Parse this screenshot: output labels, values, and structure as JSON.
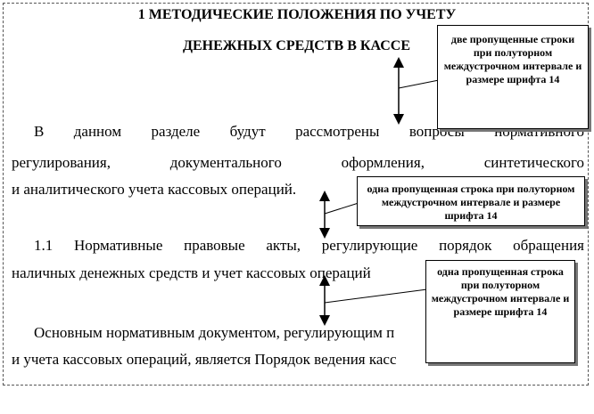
{
  "heading": {
    "line1": "1 МЕТОДИЧЕСКИЕ ПОЛОЖЕНИЯ ПО УЧЕТУ",
    "line2": "ДЕНЕЖНЫХ СРЕДСТВ В КАССЕ"
  },
  "paragraph1": {
    "line1": "В данном разделе будут рассмотрены вопросы нормативного",
    "line2": "регулирования, документального оформления, синтетического",
    "line3": "и аналитического учета кассовых операций."
  },
  "paragraph2": {
    "line1": "1.1 Нормативные правовые акты, регулирующие порядок обращения",
    "line2": "наличных денежных средств и учет кассовых операций"
  },
  "paragraph3": {
    "line1": "Основным нормативным документом, регулирующим п",
    "line2": "и учета кассовых операций, является Порядок ведения касс"
  },
  "callouts": {
    "top": "две пропущенные строки при полуторном междустрочном интервале и размере шрифта 14",
    "middle": "одна пропущенная строка при полуторном междустрочном интервале и размере шрифта 14",
    "bottom": "одна пропущенная строка при полуторном междустрочном интервале и размере шрифта 14"
  }
}
